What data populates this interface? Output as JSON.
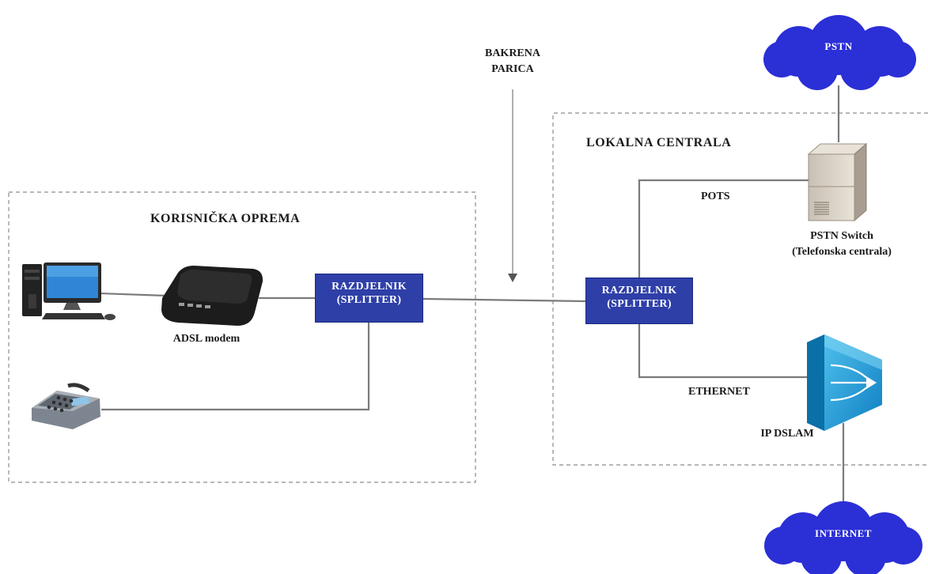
{
  "customer_zone": {
    "title": "KORISNIČKA OPREMA"
  },
  "exchange_zone": {
    "title": "LOKALNA CENTRALA"
  },
  "copper_pair": {
    "line1": "BAKRENA",
    "line2": "PARICA"
  },
  "splitter_customer": {
    "line1": "RAZDJELNIK",
    "line2": "(SPLITTER)"
  },
  "splitter_exchange": {
    "line1": "RAZDJELNIK",
    "line2": "(SPLITTER)"
  },
  "modem": {
    "label": "ADSL modem"
  },
  "pstn_switch": {
    "line1": "PSTN Switch",
    "line2": "(Telefonska centrala)"
  },
  "dslam": {
    "label": "IP DSLAM"
  },
  "links": {
    "pots": "POTS",
    "ethernet": "ETHERNET"
  },
  "clouds": {
    "pstn": "PSTN",
    "internet": "INTERNET"
  },
  "colors": {
    "splitter": "#2e3fa8",
    "cloud": "#2b2fd6",
    "dslam": "#1b8fd0",
    "line": "#7a7a7a"
  }
}
